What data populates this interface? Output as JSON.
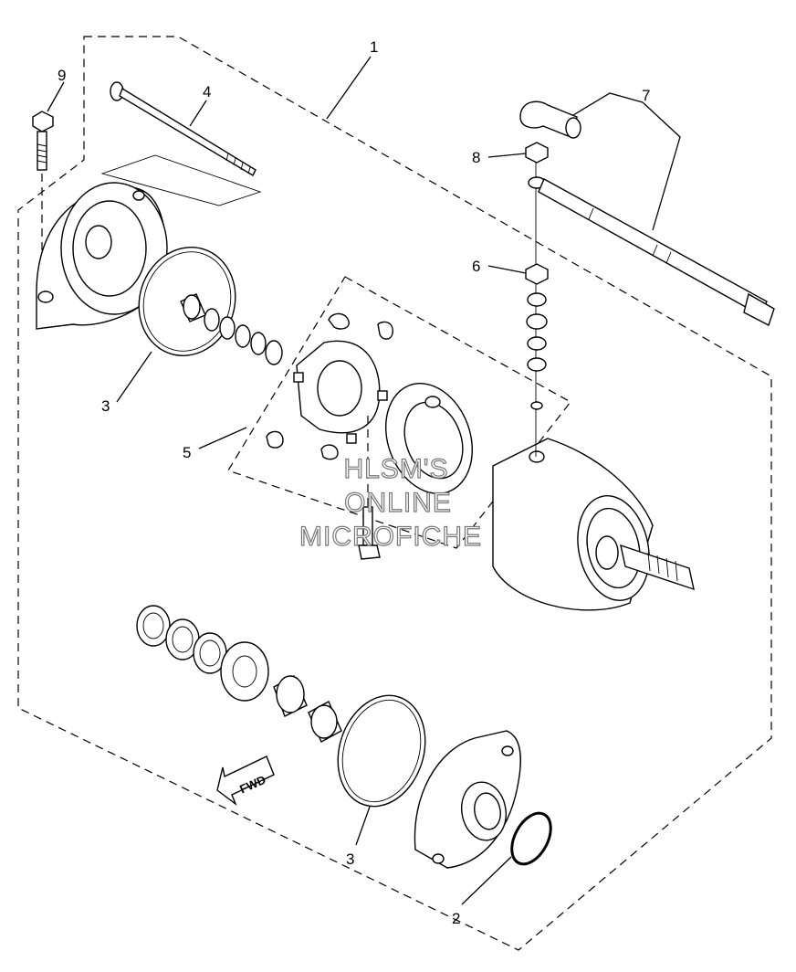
{
  "callouts": {
    "c1": "1",
    "c2": "2",
    "c3a": "3",
    "c3b": "3",
    "c4": "4",
    "c5": "5",
    "c6": "6",
    "c7": "7",
    "c8": "8",
    "c9": "9"
  },
  "fwd_label": "FWD",
  "watermark": {
    "line1": "HLSM'S",
    "line2": "ONLINE",
    "line3": "MICROFICHE"
  }
}
